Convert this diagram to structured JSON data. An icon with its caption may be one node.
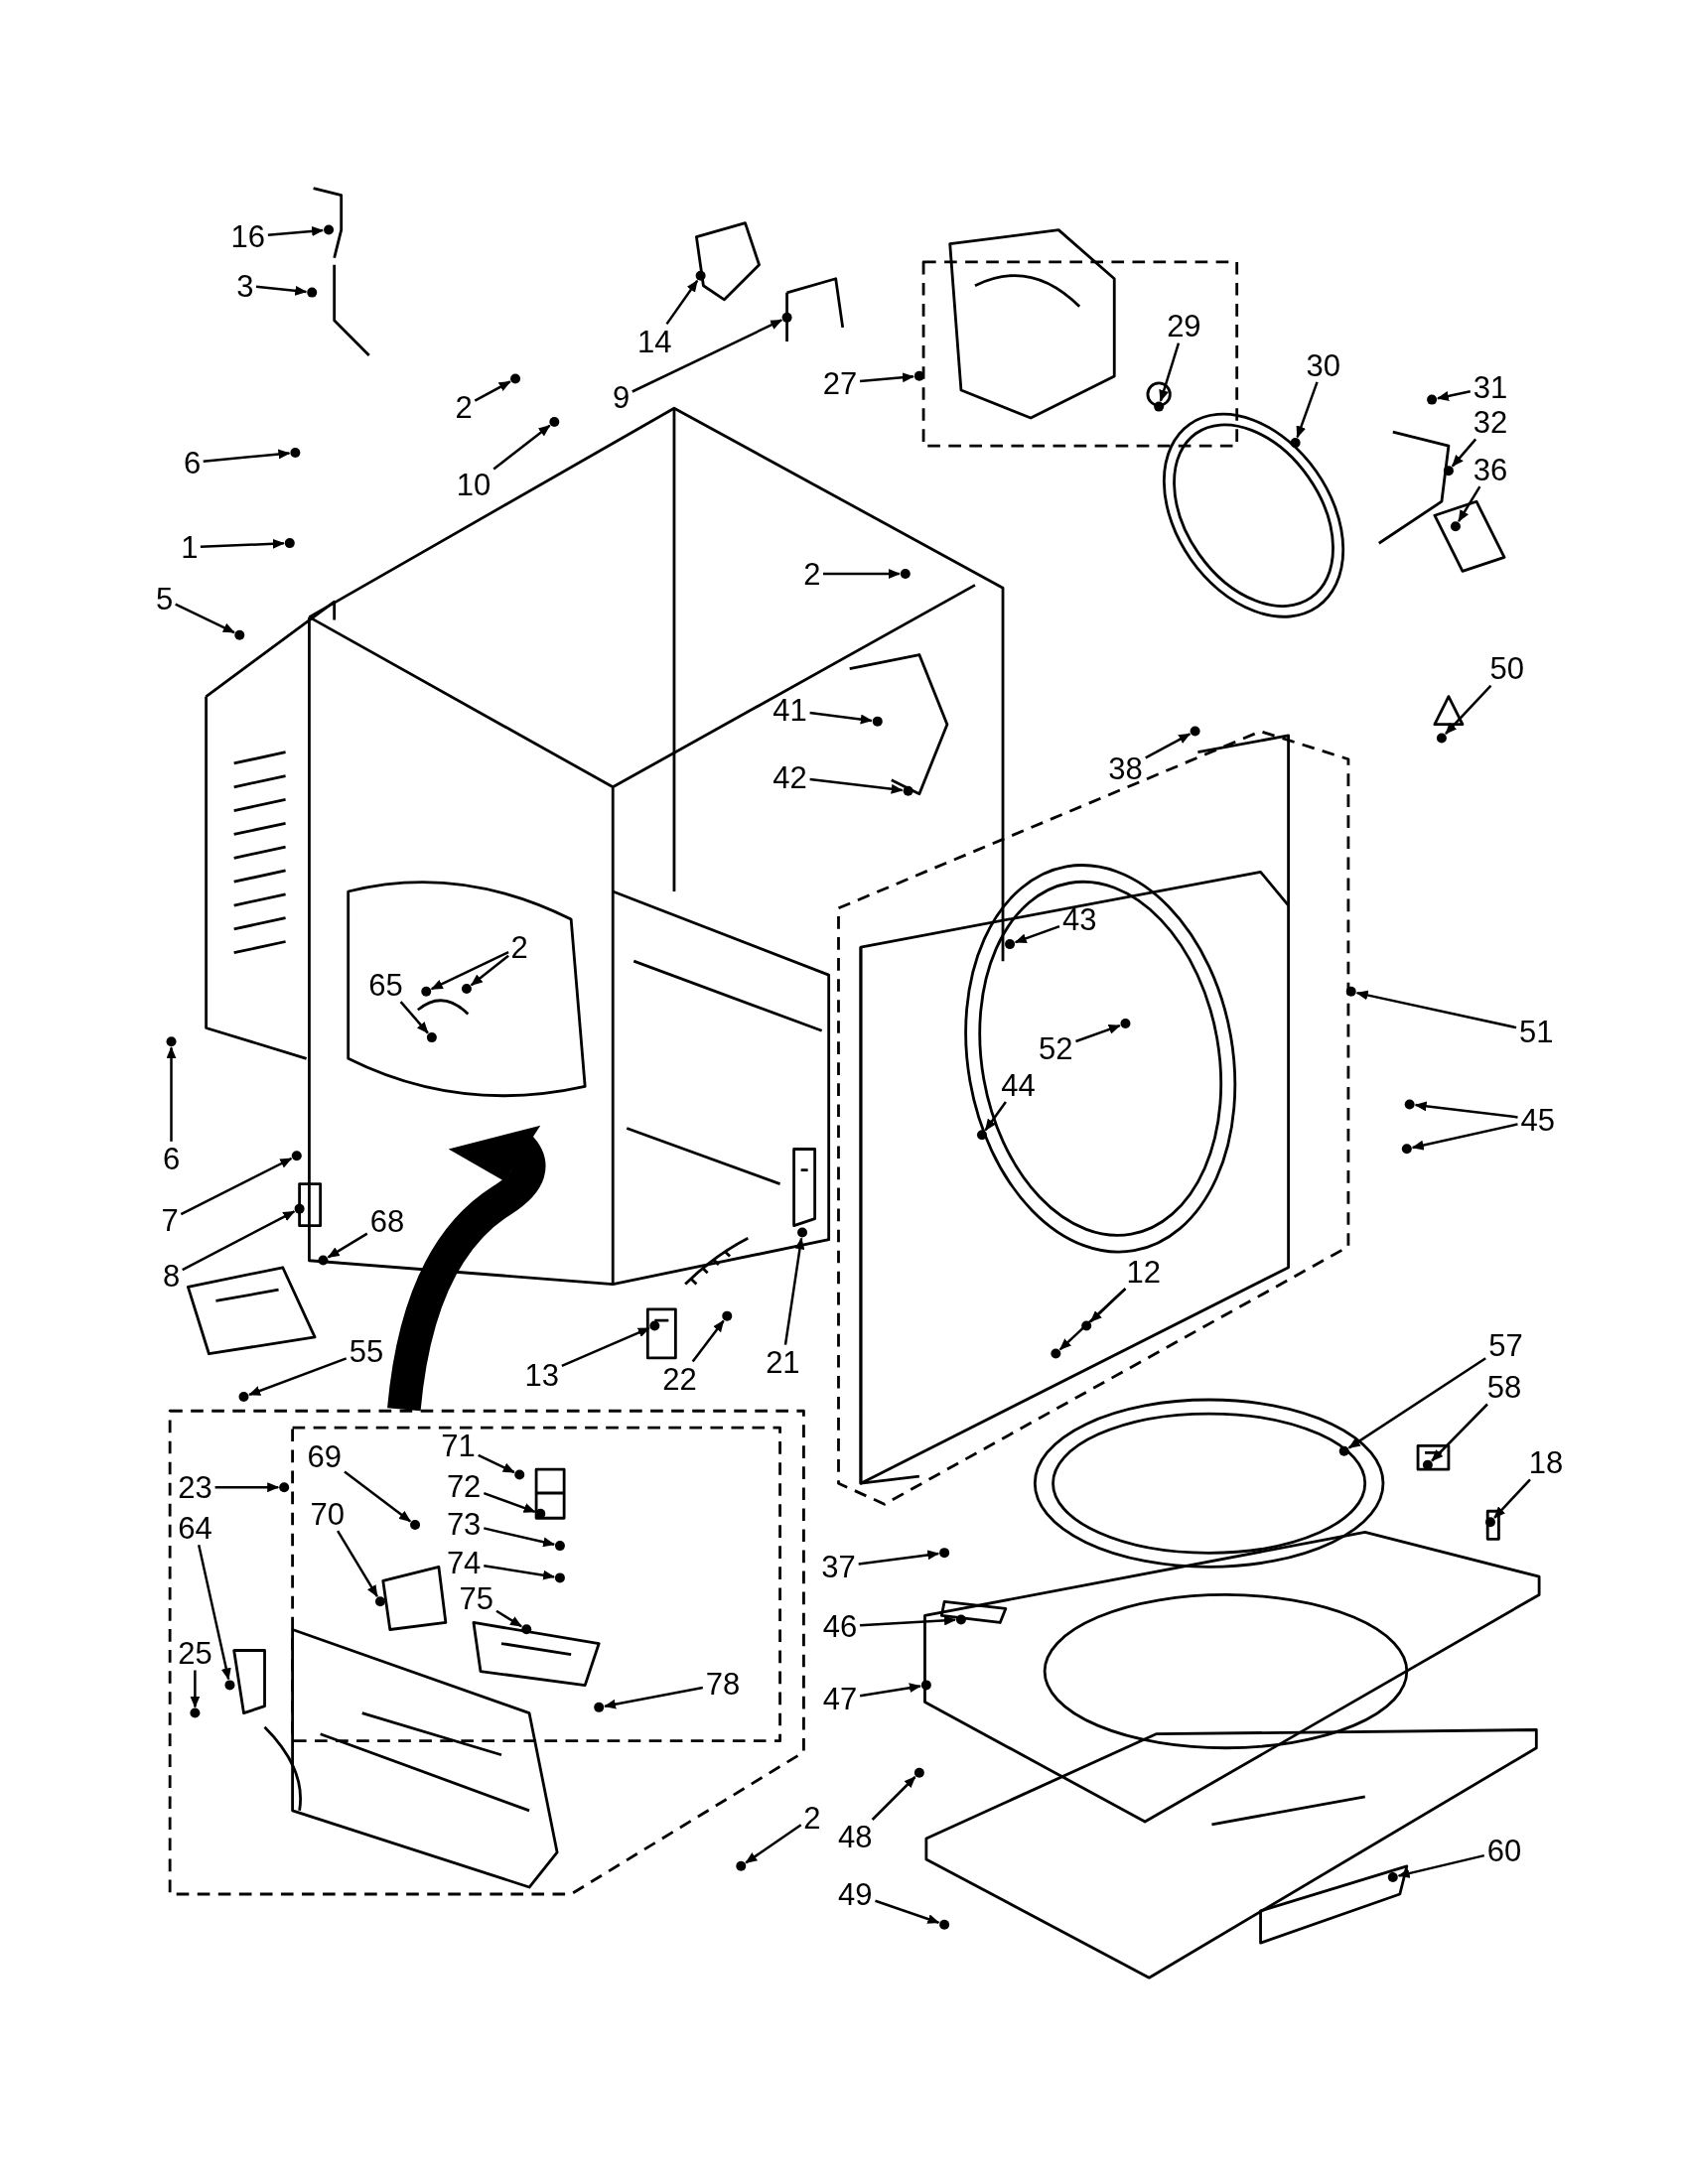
{
  "diagram": {
    "nodes": [
      {
        "text": [
          "16"
        ]
      },
      {
        "text": [
          "3"
        ]
      },
      {
        "text": [
          "14"
        ]
      },
      {
        "text": [
          "9"
        ]
      },
      {
        "text": [
          "27"
        ]
      },
      {
        "text": [
          "29"
        ]
      },
      {
        "text": [
          "30"
        ]
      },
      {
        "text": [
          "31"
        ]
      },
      {
        "text": [
          "32"
        ]
      },
      {
        "text": [
          "36"
        ]
      },
      {
        "text": [
          "2"
        ]
      },
      {
        "text": [
          "10"
        ]
      },
      {
        "text": [
          "6"
        ]
      },
      {
        "text": [
          "1"
        ]
      },
      {
        "text": [
          "5"
        ]
      },
      {
        "text": [
          "2"
        ]
      },
      {
        "text": [
          "41"
        ]
      },
      {
        "text": [
          "42"
        ]
      },
      {
        "text": [
          "50"
        ]
      },
      {
        "text": [
          "38"
        ]
      },
      {
        "text": [
          "43"
        ]
      },
      {
        "text": [
          "51"
        ]
      },
      {
        "text": [
          "52"
        ]
      },
      {
        "text": [
          "44"
        ]
      },
      {
        "text": [
          "45"
        ]
      },
      {
        "text": [
          "2"
        ]
      },
      {
        "text": [
          "65"
        ]
      },
      {
        "text": [
          "6"
        ]
      },
      {
        "text": [
          "7"
        ]
      },
      {
        "text": [
          "8"
        ]
      },
      {
        "text": [
          "68"
        ]
      },
      {
        "text": [
          "13"
        ]
      },
      {
        "text": [
          "22"
        ]
      },
      {
        "text": [
          "21"
        ]
      },
      {
        "text": [
          "12"
        ]
      },
      {
        "text": [
          "55"
        ]
      },
      {
        "text": [
          "57"
        ]
      },
      {
        "text": [
          "58"
        ]
      },
      {
        "text": [
          "18"
        ]
      },
      {
        "text": [
          "23"
        ]
      },
      {
        "text": [
          "69"
        ]
      },
      {
        "text": [
          "71"
        ]
      },
      {
        "text": [
          "72"
        ]
      },
      {
        "text": [
          "70"
        ]
      },
      {
        "text": [
          "73"
        ]
      },
      {
        "text": [
          "74"
        ]
      },
      {
        "text": [
          "75"
        ]
      },
      {
        "text": [
          "64"
        ]
      },
      {
        "text": [
          "25"
        ]
      },
      {
        "text": [
          "78"
        ]
      },
      {
        "text": [
          "37"
        ]
      },
      {
        "text": [
          "46"
        ]
      },
      {
        "text": [
          "47"
        ]
      },
      {
        "text": [
          "2"
        ]
      },
      {
        "text": [
          "48"
        ]
      },
      {
        "text": [
          "49"
        ]
      },
      {
        "text": [
          "60"
        ]
      },
      {
        "text": [],
        "shape": "circle"
      },
      {
        "text": [],
        "shape": "circle"
      },
      {
        "text": [],
        "shape": "circle"
      },
      {
        "text": [],
        "shape": "circle"
      },
      {
        "text": [],
        "shape": "circle"
      },
      {
        "text": [],
        "shape": "circle"
      },
      {
        "text": [],
        "shape": "circle"
      },
      {
        "text": [],
        "shape": "circle"
      },
      {
        "text": [],
        "shape": "circle"
      },
      {
        "text": [],
        "shape": "circle"
      },
      {
        "text": [],
        "shape": "circle"
      },
      {
        "text": [],
        "shape": "circle"
      },
      {
        "text": [],
        "shape": "circle"
      },
      {
        "text": [],
        "shape": "circle"
      },
      {
        "text": [],
        "shape": "circle"
      },
      {
        "text": [],
        "shape": "circle"
      },
      {
        "text": [],
        "shape": "circle"
      },
      {
        "text": [],
        "shape": "circle"
      },
      {
        "text": [],
        "shape": "circle"
      },
      {
        "text": [],
        "shape": "circle"
      },
      {
        "text": [],
        "shape": "circle"
      },
      {
        "text": [],
        "shape": "circle"
      },
      {
        "text": [],
        "shape": "circle"
      },
      {
        "text": [],
        "shape": "circle"
      },
      {
        "text": [],
        "shape": "circle"
      },
      {
        "text": [],
        "shape": "circle"
      },
      {
        "text": [],
        "shape": "circle"
      },
      {
        "text": [],
        "shape": "circle"
      },
      {
        "text": [],
        "shape": "circle"
      },
      {
        "text": [],
        "shape": "circle"
      },
      {
        "text": [],
        "shape": "circle"
      },
      {
        "text": [],
        "shape": "circle"
      },
      {
        "text": [],
        "shape": "circle"
      },
      {
        "text": [],
        "shape": "circle"
      },
      {
        "text": [],
        "shape": "circle"
      },
      {
        "text": [],
        "shape": "circle"
      },
      {
        "text": [],
        "shape": "circle"
      },
      {
        "text": [],
        "shape": "circle"
      },
      {
        "text": [],
        "shape": "circle"
      },
      {
        "text": [],
        "shape": "circle"
      },
      {
        "text": [],
        "shape": "circle"
      },
      {
        "text": [],
        "shape": "circle"
      },
      {
        "text": [],
        "shape": "circle"
      },
      {
        "text": [],
        "shape": "circle"
      },
      {
        "text": [],
        "shape": "circle"
      },
      {
        "text": [],
        "shape": "circle"
      },
      {
        "text": [],
        "shape": "circle"
      },
      {
        "text": [],
        "shape": "circle"
      },
      {
        "text": [],
        "shape": "circle"
      },
      {
        "text": [],
        "shape": "circle"
      },
      {
        "text": [],
        "shape": "circle"
      },
      {
        "text": [],
        "shape": "circle"
      },
      {
        "text": [],
        "shape": "circle"
      },
      {
        "text": [],
        "shape": "circle"
      },
      {
        "text": [],
        "shape": "circle"
      },
      {
        "text": [],
        "shape": "circle"
      },
      {
        "text": [],
        "shape": "circle"
      },
      {
        "text": [],
        "shape": "circle"
      },
      {
        "text": [],
        "shape": "circle"
      },
      {
        "text": [],
        "shape": "circle"
      }
    ],
    "edges": [
      {
        "from": 0,
        "to": 57,
        "arrow": "to"
      },
      {
        "from": 1,
        "to": 58,
        "arrow": "to"
      },
      {
        "from": 2,
        "to": 59,
        "arrow": "to"
      },
      {
        "from": 3,
        "to": 60,
        "arrow": "to"
      },
      {
        "from": 4,
        "to": 61,
        "arrow": "to"
      },
      {
        "from": 5,
        "to": 62,
        "arrow": "to"
      },
      {
        "from": 6,
        "to": 63,
        "arrow": "to"
      },
      {
        "from": 7,
        "to": 64,
        "arrow": "to"
      },
      {
        "from": 8,
        "to": 65,
        "arrow": "to"
      },
      {
        "from": 9,
        "to": 66,
        "arrow": "to"
      },
      {
        "from": 10,
        "to": 67,
        "arrow": "to"
      },
      {
        "from": 11,
        "to": 68,
        "arrow": "to"
      },
      {
        "from": 12,
        "to": 69,
        "arrow": "to"
      },
      {
        "from": 13,
        "to": 70,
        "arrow": "to"
      },
      {
        "from": 14,
        "to": 71,
        "arrow": "to"
      },
      {
        "from": 15,
        "to": 72,
        "arrow": "to"
      },
      {
        "from": 16,
        "to": 73,
        "arrow": "to"
      },
      {
        "from": 17,
        "to": 74,
        "arrow": "to"
      },
      {
        "from": 18,
        "to": 75,
        "arrow": "to"
      },
      {
        "from": 19,
        "to": 76,
        "arrow": "to"
      },
      {
        "from": 20,
        "to": 77,
        "arrow": "to"
      },
      {
        "from": 21,
        "to": 78,
        "arrow": "to"
      },
      {
        "from": 22,
        "to": 79,
        "arrow": "to"
      },
      {
        "from": 23,
        "to": 80,
        "arrow": "to"
      },
      {
        "from": 24,
        "to": 81,
        "arrow": "to"
      },
      {
        "from": 24,
        "to": 82,
        "arrow": "to"
      },
      {
        "from": 25,
        "to": 83,
        "arrow": "to"
      },
      {
        "from": 25,
        "to": 84,
        "arrow": "to"
      },
      {
        "from": 26,
        "to": 85,
        "arrow": "to"
      },
      {
        "from": 27,
        "to": 86,
        "arrow": "to"
      },
      {
        "from": 28,
        "to": 87,
        "arrow": "to"
      },
      {
        "from": 29,
        "to": 88,
        "arrow": "to"
      },
      {
        "from": 30,
        "to": 89,
        "arrow": "to"
      },
      {
        "from": 31,
        "to": 90,
        "arrow": "to"
      },
      {
        "from": 32,
        "to": 91,
        "arrow": "to"
      },
      {
        "from": 33,
        "to": 92,
        "arrow": "to"
      },
      {
        "from": 34,
        "to": 93,
        "arrow": "to"
      },
      {
        "from": 34,
        "to": 94,
        "arrow": "to"
      },
      {
        "from": 35,
        "to": 95,
        "arrow": "to"
      },
      {
        "from": 36,
        "to": 96,
        "arrow": "to"
      },
      {
        "from": 37,
        "to": 97,
        "arrow": "to"
      },
      {
        "from": 38,
        "to": 98,
        "arrow": "to"
      },
      {
        "from": 39,
        "to": 99,
        "arrow": "to"
      },
      {
        "from": 40,
        "to": 100,
        "arrow": "to"
      },
      {
        "from": 41,
        "to": 101,
        "arrow": "to"
      },
      {
        "from": 42,
        "to": 102,
        "arrow": "to"
      },
      {
        "from": 43,
        "to": 103,
        "arrow": "to"
      },
      {
        "from": 44,
        "to": 104,
        "arrow": "to"
      },
      {
        "from": 45,
        "to": 105,
        "arrow": "to"
      },
      {
        "from": 46,
        "to": 106,
        "arrow": "to"
      },
      {
        "from": 47,
        "to": 107,
        "arrow": "to"
      },
      {
        "from": 48,
        "to": 108,
        "arrow": "to"
      },
      {
        "from": 49,
        "to": 109,
        "arrow": "to"
      },
      {
        "from": 50,
        "to": 110,
        "arrow": "to"
      },
      {
        "from": 51,
        "to": 111,
        "arrow": "to"
      },
      {
        "from": 52,
        "to": 112,
        "arrow": "to"
      },
      {
        "from": 53,
        "to": 113,
        "arrow": "to"
      },
      {
        "from": 54,
        "to": 114,
        "arrow": "to"
      },
      {
        "from": 55,
        "to": 115,
        "arrow": "to"
      },
      {
        "from": 56,
        "to": 116,
        "arrow": "to"
      }
    ]
  }
}
